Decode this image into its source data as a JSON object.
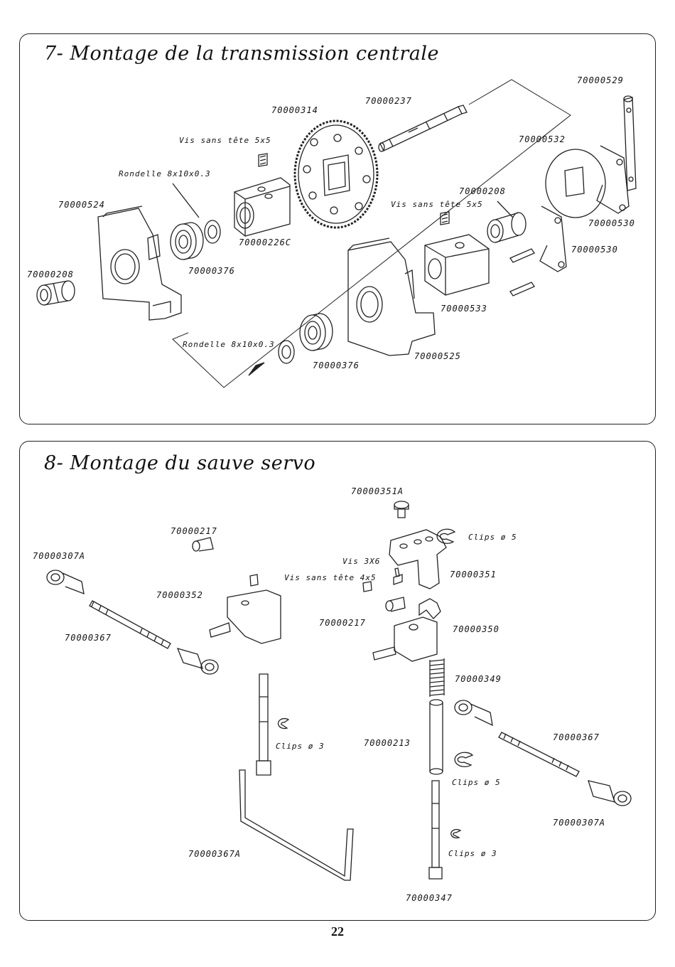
{
  "section7": {
    "title": "7- Montage de la transmission centrale",
    "labels": {
      "p70000529": "70000529",
      "p70000237": "70000237",
      "p70000314": "70000314",
      "vis5x5_a": "Vis sans tête 5x5",
      "p70000532": "70000532",
      "rondelle_a": "Rondelle   8x10x0.3",
      "p70000208_a": "70000208",
      "vis5x5_b": "Vis sans tête 5x5",
      "p70000524": "70000524",
      "p70000530_a": "70000530",
      "p70000226c": "70000226C",
      "p70000530_b": "70000530",
      "p70000376_a": "70000376",
      "p70000208_b": "70000208",
      "p70000533": "70000533",
      "rondelle_b": "Rondelle   8x10x0.3",
      "p70000525": "70000525",
      "p70000376_b": "70000376"
    }
  },
  "section8": {
    "title": "8- Montage du sauve servo",
    "labels": {
      "p70000351a": "70000351A",
      "p70000217_a": "70000217",
      "clips5_a": "Clips ø 5",
      "p70000307a_a": "70000307A",
      "vis3x6": "Vis 3X6",
      "p70000351": "70000351",
      "vis4x5": "Vis sans tête 4x5",
      "p70000352": "70000352",
      "p70000217_b": "70000217",
      "p70000350": "70000350",
      "p70000367_a": "70000367",
      "p70000349": "70000349",
      "p70000367_b": "70000367",
      "clips3_a": "Clips ø 3",
      "p70000213": "70000213",
      "clips5_b": "Clips ø 5",
      "p70000307a_b": "70000307A",
      "p70000367a": "70000367A",
      "clips3_b": "Clips ø 3",
      "p70000347": "70000347"
    }
  },
  "page_number": "22"
}
